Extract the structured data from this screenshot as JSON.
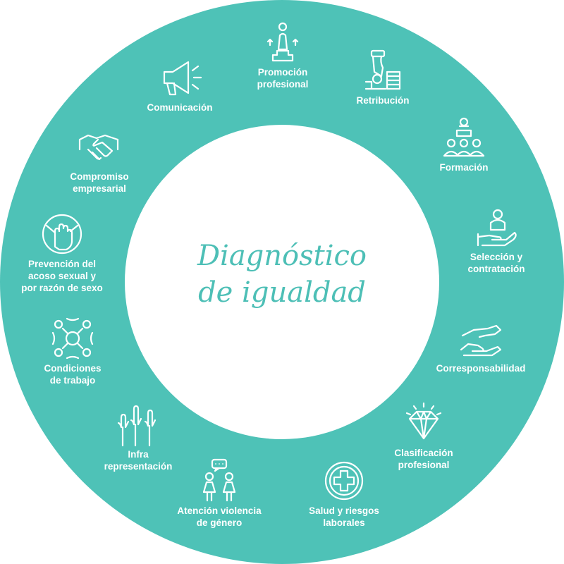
{
  "colors": {
    "ring": "#4ec2b7",
    "icon_stroke": "#ffffff",
    "title_text": "#4dbfb6"
  },
  "center": {
    "line1": "Diagnóstico",
    "line2": "de igualdad"
  },
  "segments": [
    {
      "id": "promocion",
      "icon": "podium-person-icon",
      "lines": [
        "Promoción",
        "profesional"
      ]
    },
    {
      "id": "retribucion",
      "icon": "hand-coins-icon",
      "lines": [
        "Retribución"
      ]
    },
    {
      "id": "formacion",
      "icon": "training-audience-icon",
      "lines": [
        "Formación"
      ]
    },
    {
      "id": "seleccion",
      "icon": "hand-person-icon",
      "lines": [
        "Selección y",
        "contratación"
      ]
    },
    {
      "id": "corresponsabilidad",
      "icon": "two-hands-icon",
      "lines": [
        "Corresponsabilidad"
      ]
    },
    {
      "id": "clasificacion",
      "icon": "diamond-icon",
      "lines": [
        "Clasificación",
        "profesional"
      ]
    },
    {
      "id": "salud",
      "icon": "medical-cross-icon",
      "lines": [
        "Salud y riesgos",
        "laborales"
      ]
    },
    {
      "id": "violencia",
      "icon": "two-women-chat-icon",
      "lines": [
        "Atención violencia",
        "de género"
      ]
    },
    {
      "id": "infra",
      "icon": "raised-hands-icon",
      "lines": [
        "Infra",
        "representación"
      ]
    },
    {
      "id": "condiciones",
      "icon": "team-circle-icon",
      "lines": [
        "Condiciones",
        "de trabajo"
      ]
    },
    {
      "id": "prevencion",
      "icon": "stop-hand-icon",
      "lines": [
        "Prevención del",
        "acoso sexual y",
        "por razón de sexo"
      ]
    },
    {
      "id": "compromiso",
      "icon": "handshake-icon",
      "lines": [
        "Compromiso",
        "empresarial"
      ]
    },
    {
      "id": "comunicacion",
      "icon": "megaphone-icon",
      "lines": [
        "Comunicación"
      ]
    }
  ]
}
